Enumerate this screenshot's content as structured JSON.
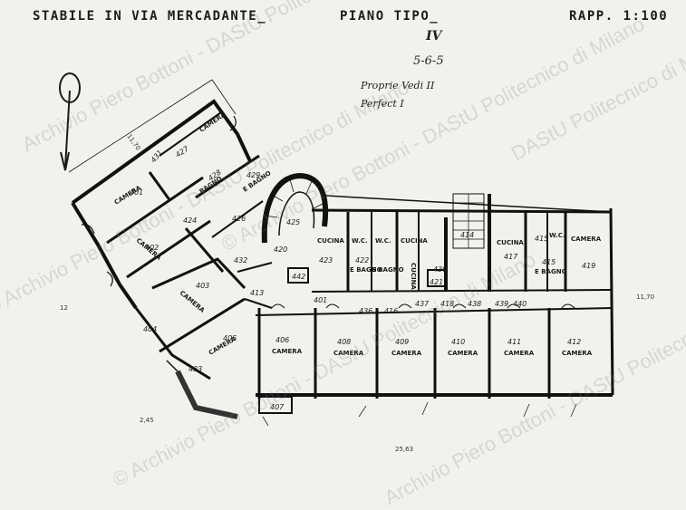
{
  "header": {
    "title": "STABILE IN VIA MERCADANTE_",
    "plan": "PIANO TIPO_",
    "scale": "RAPP. 1:100",
    "floor_roman": "IV",
    "floor_numbers": "5-6-5",
    "note_propr": "Proprie Vedi II",
    "note_perf": "Perfect I"
  },
  "watermarks": [
    "Archivio Piero Bottoni - DAStU Politecnico di Milano",
    "© Archivio Piero Bottoni - DAStU Politecnico di Milano",
    "© Archivio Piero Bottoni - DAStU Politecnico di Milano",
    "DAStU Politecnico di Milano",
    "Archivio Piero Bottoni - DAStU Politecnico di Milano",
    "© Archivio Piero Bottoni - DAStU Politecnico di Milano"
  ],
  "rooms": {
    "r401": {
      "num": "401",
      "label": "CAMERA"
    },
    "r402": {
      "num": "402",
      "label": "CAMERA"
    },
    "r403": {
      "num": "403",
      "label": "CAMERA"
    },
    "r404": {
      "num": "404"
    },
    "r405": {
      "num": "405",
      "label": "CAMERA"
    },
    "r406": {
      "num": "406",
      "label": "CAMERA"
    },
    "r407": {
      "num": "407"
    },
    "r408": {
      "num": "408",
      "label": "CAMERA"
    },
    "r409": {
      "num": "409",
      "label": "CAMERA"
    },
    "r410": {
      "num": "410",
      "label": "CAMERA"
    },
    "r411": {
      "num": "411",
      "label": "CAMERA"
    },
    "r412": {
      "num": "412",
      "label": "CAMERA"
    },
    "r413": {
      "num": "413"
    },
    "r414": {
      "num": "414"
    },
    "r415": {
      "num": "415"
    },
    "r415b": {
      "num": "415",
      "label": "E BAGNO"
    },
    "r416": {
      "num": "416"
    },
    "r417": {
      "num": "417",
      "label": "CUCINA"
    },
    "r418": {
      "num": "418"
    },
    "r419": {
      "num": "419",
      "label": "CAMERA"
    },
    "r420": {
      "num": "420"
    },
    "r421": {
      "num": "421"
    },
    "r422": {
      "num": "422",
      "label": "E BAGNO"
    },
    "r423": {
      "num": "423",
      "label": "CUCINA"
    },
    "r424": {
      "num": "424"
    },
    "r425": {
      "num": "425"
    },
    "r426": {
      "num": "426"
    },
    "r427": {
      "num": "427",
      "label": "CAMERA"
    },
    "r428": {
      "num": "428"
    },
    "r429": {
      "num": "429",
      "label": "BAGNO"
    },
    "r430": {
      "num": "430"
    },
    "r431": {
      "num": "431"
    },
    "r432": {
      "num": "432"
    },
    "r433": {
      "num": "433"
    },
    "r436": {
      "num": "436"
    },
    "r437": {
      "num": "437"
    },
    "r438": {
      "num": "438"
    },
    "r439": {
      "num": "439"
    },
    "r440": {
      "num": "440"
    },
    "r442": {
      "num": "442"
    },
    "r401a": {
      "num": "401"
    },
    "wc1": {
      "label": "W.C."
    },
    "wc2": {
      "label": "W.C."
    },
    "wc3": {
      "label": "W.C."
    },
    "cucina_a": {
      "label": "CUCINA"
    },
    "cucina_b": {
      "label": "CUCINA"
    },
    "bagno_b": {
      "label": "E BAGNO"
    },
    "bagno_c": {
      "label": "E BAGNO"
    }
  },
  "dimensions": {
    "d1": "11,70",
    "d2": "11,70",
    "d3": "25,63",
    "d4": "12",
    "d5": "2,45"
  }
}
